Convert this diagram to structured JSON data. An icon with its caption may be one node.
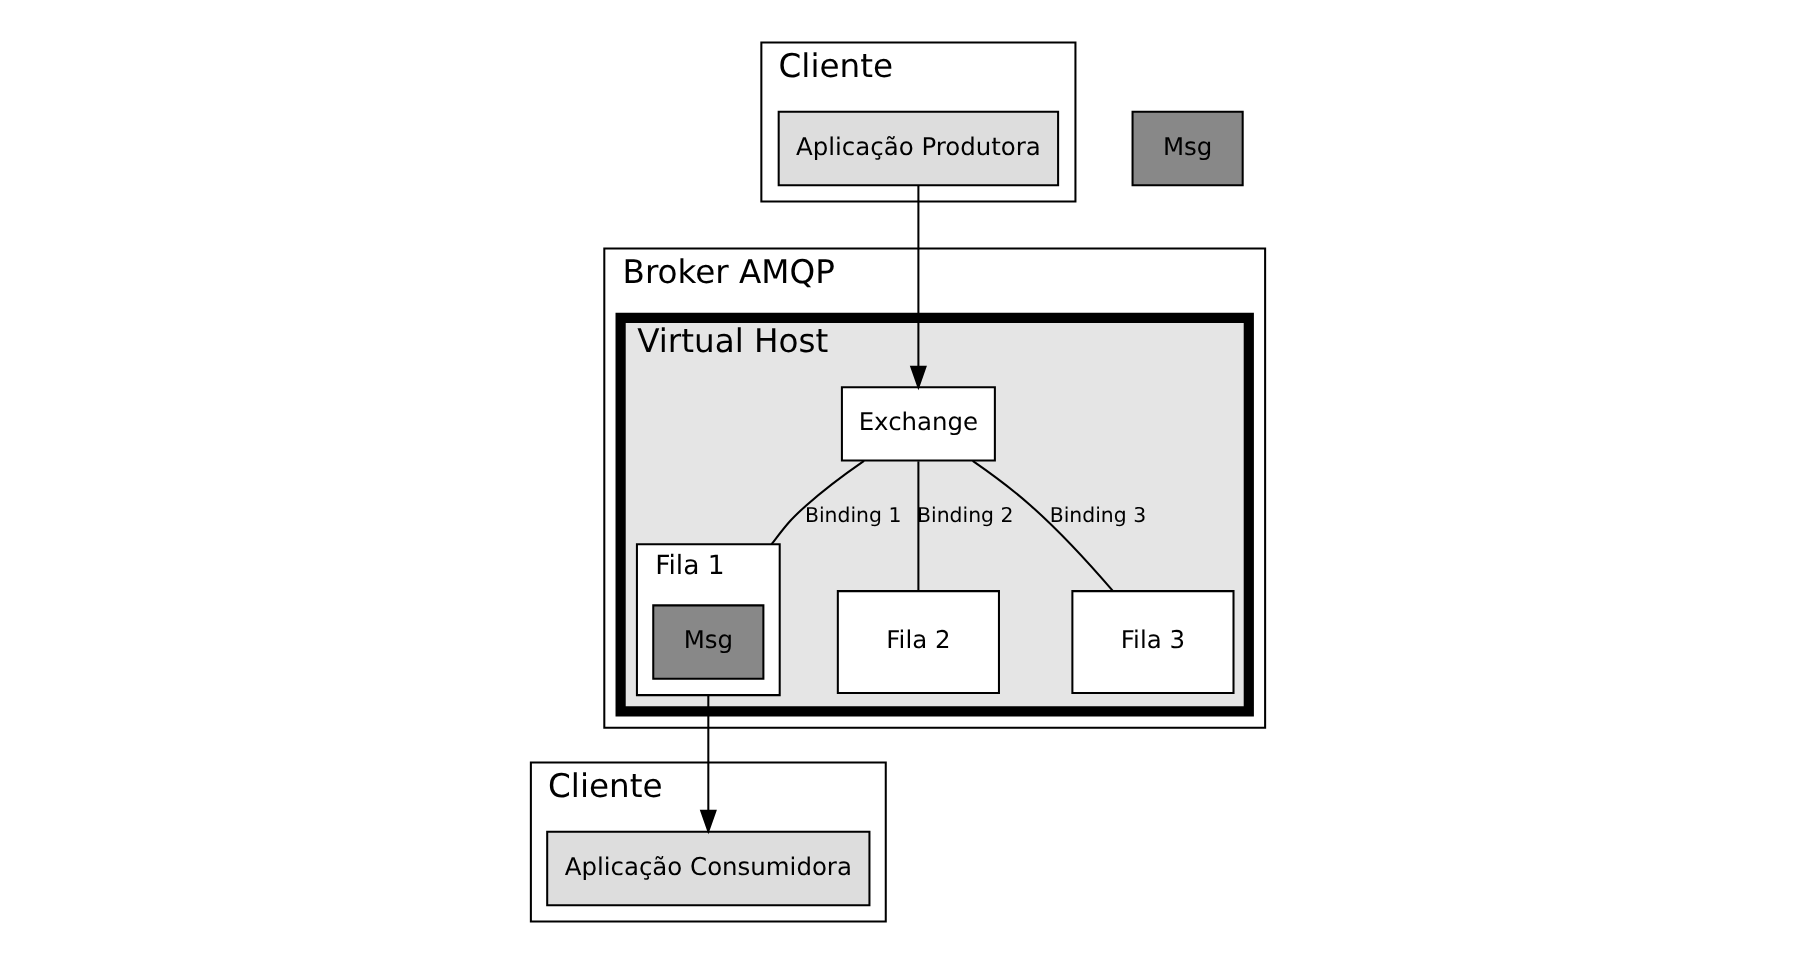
{
  "diagram": {
    "nodes": [
      {
        "text": [
          "Broker AMQP"
        ]
      },
      {
        "text": [
          "Virtual Host"
        ],
        "in": 0
      },
      {
        "text": [
          "Cliente"
        ]
      },
      {
        "text": [
          "Aplicação Produtora"
        ],
        "in": 2
      },
      {
        "text": [
          "Msg"
        ]
      },
      {
        "text": [
          "Exchange"
        ],
        "in": 1
      },
      {
        "text": [
          "Cliente"
        ]
      },
      {
        "text": [
          "Aplicação Consumidora"
        ],
        "in": 6
      },
      {
        "text": [
          "Fila 1"
        ],
        "in": 1
      },
      {
        "text": [
          "Msg"
        ],
        "in": 8
      },
      {
        "text": [
          "Fila 2"
        ],
        "in": 1
      },
      {
        "text": [
          "Fila 3"
        ],
        "in": 1
      }
    ],
    "edges": [
      {
        "from": 3,
        "to": 5,
        "arrow": "to"
      },
      {
        "from": 5,
        "to": 8,
        "arrow": "none",
        "label": "Binding 1"
      },
      {
        "from": 5,
        "to": 10,
        "arrow": "none",
        "label": "Binding 2"
      },
      {
        "from": 5,
        "to": 11,
        "arrow": "none",
        "label": "Binding 3"
      },
      {
        "from": 8,
        "to": 7,
        "arrow": "to"
      }
    ]
  }
}
